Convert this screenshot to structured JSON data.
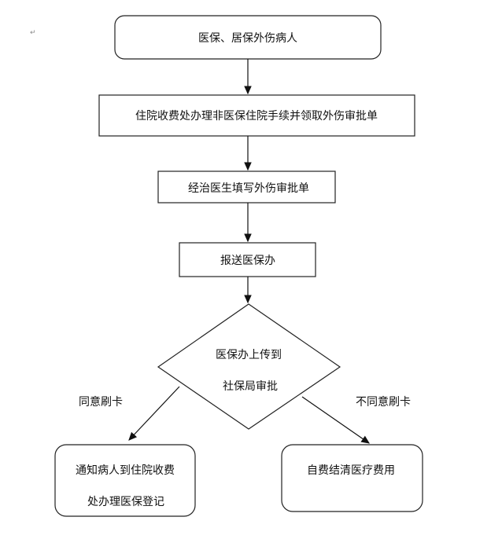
{
  "flowchart": {
    "start": "医保、居保外伤病人",
    "step1": "住院收费处办理非医保住院手续并领取外伤审批单",
    "step2": "经治医生填写外伤审批单",
    "step3": "报送医保办",
    "decision": {
      "line1": "医保办上传到",
      "line2": "社保局审批"
    },
    "yes_label": "同意刷卡",
    "no_label": "不同意刷卡",
    "yes_result": {
      "line1": "通知病人到住院收费",
      "line2": "处办理医保登记"
    },
    "no_result": "自费结清医疗费用"
  },
  "colors": {
    "stroke": "#222222",
    "background": "#ffffff"
  }
}
